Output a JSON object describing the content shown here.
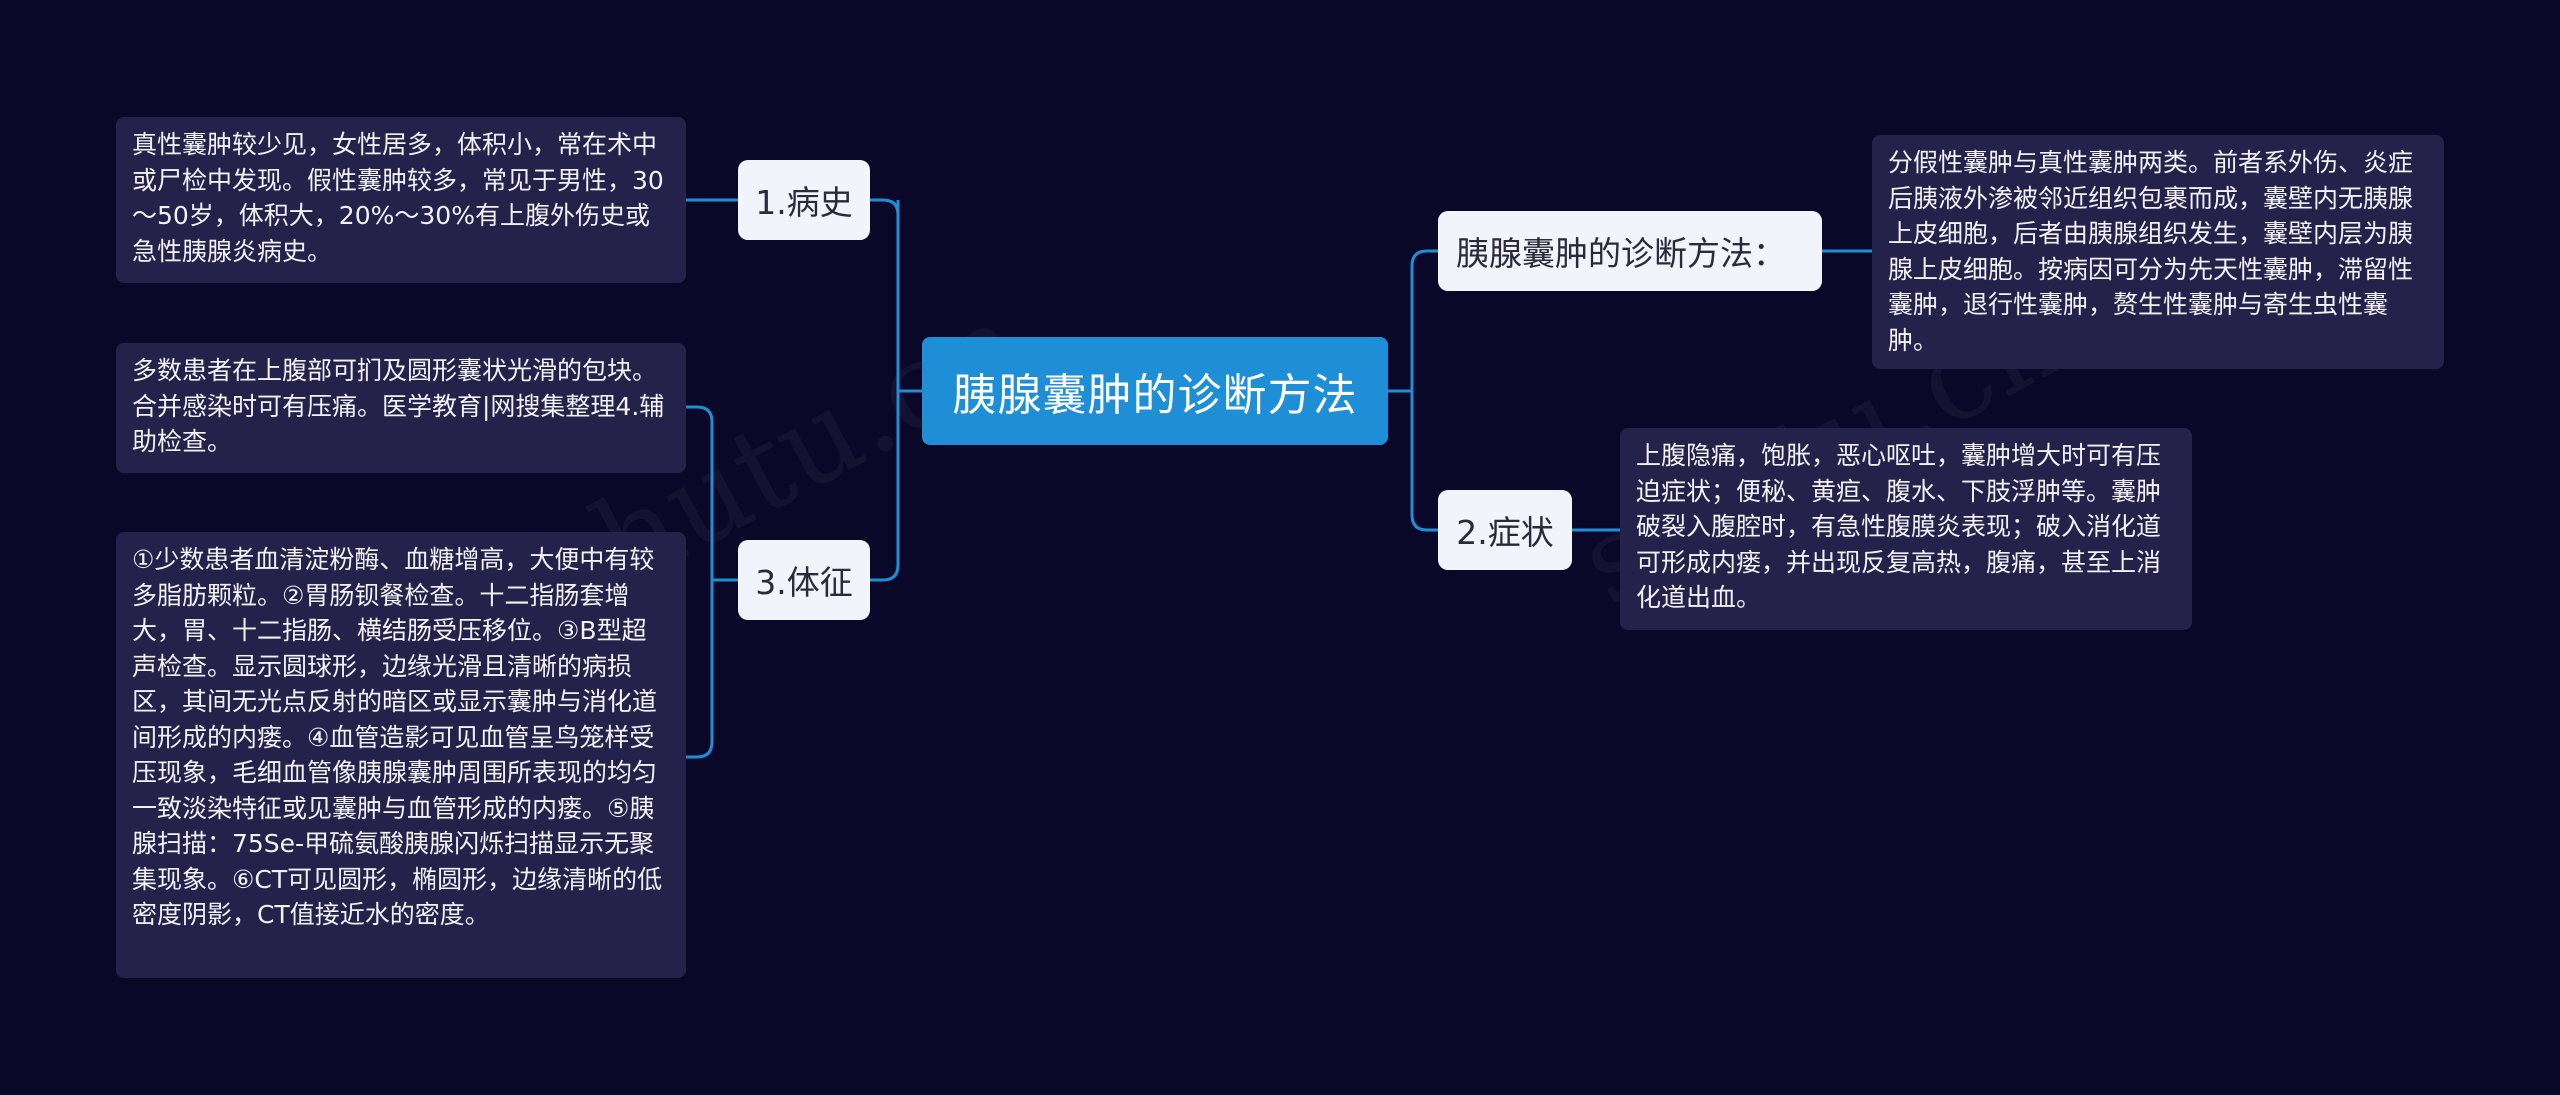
{
  "colors": {
    "background": "#0a0828",
    "root": "#1e8fd6",
    "branch": "#f2f4fb",
    "leaf": "#24224a",
    "connector": "#1e8fd6"
  },
  "watermark": "shutu.cn",
  "root": {
    "label": "胰腺囊肿的诊断方法"
  },
  "branches": {
    "history": {
      "label": "1.病史",
      "leaf": "真性囊肿较少见，女性居多，体积小，常在术中或尸检中发现。假性囊肿较多，常见于男性，30～50岁，体积大，20%～30%有上腹外伤史或急性胰腺炎病史。"
    },
    "signs": {
      "label": "3.体征",
      "leaf1": "多数患者在上腹部可扪及圆形囊状光滑的包块。合并感染时可有压痛。医学教育|网搜集整理4.辅助检查。",
      "leaf2": "①少数患者血清淀粉酶、血糖增高，大便中有较多脂肪颗粒。②胃肠钡餐检查。十二指肠套增大，胃、十二指肠、横结肠受压移位。③B型超声检查。显示圆球形，边缘光滑且清晰的病损区，其间无光点反射的暗区或显示囊肿与消化道间形成的内瘘。④血管造影可见血管呈鸟笼样受压现象，毛细血管像胰腺囊肿周围所表现的均匀一致淡染特征或见囊肿与血管形成的内瘘。⑤胰腺扫描：75Se-甲硫氨酸胰腺闪烁扫描显示无聚集现象。⑥CT可见圆形，椭圆形，边缘清晰的低密度阴影，CT值接近水的密度。"
    },
    "method": {
      "label": "胰腺囊肿的诊断方法：",
      "leaf": "分假性囊肿与真性囊肿两类。前者系外伤、炎症后胰液外渗被邻近组织包裹而成，囊壁内无胰腺上皮细胞，后者由胰腺组织发生，囊壁内层为胰腺上皮细胞。按病因可分为先天性囊肿，滞留性囊肿，退行性囊肿，赘生性囊肿与寄生虫性囊肿。"
    },
    "symptoms": {
      "label": "2.症状",
      "leaf": "上腹隐痛，饱胀，恶心呕吐，囊肿增大时可有压迫症状；便秘、黄疸、腹水、下肢浮肿等。囊肿破裂入腹腔时，有急性腹膜炎表现；破入消化道可形成内瘘，并出现反复高热，腹痛，甚至上消化道出血。"
    }
  }
}
